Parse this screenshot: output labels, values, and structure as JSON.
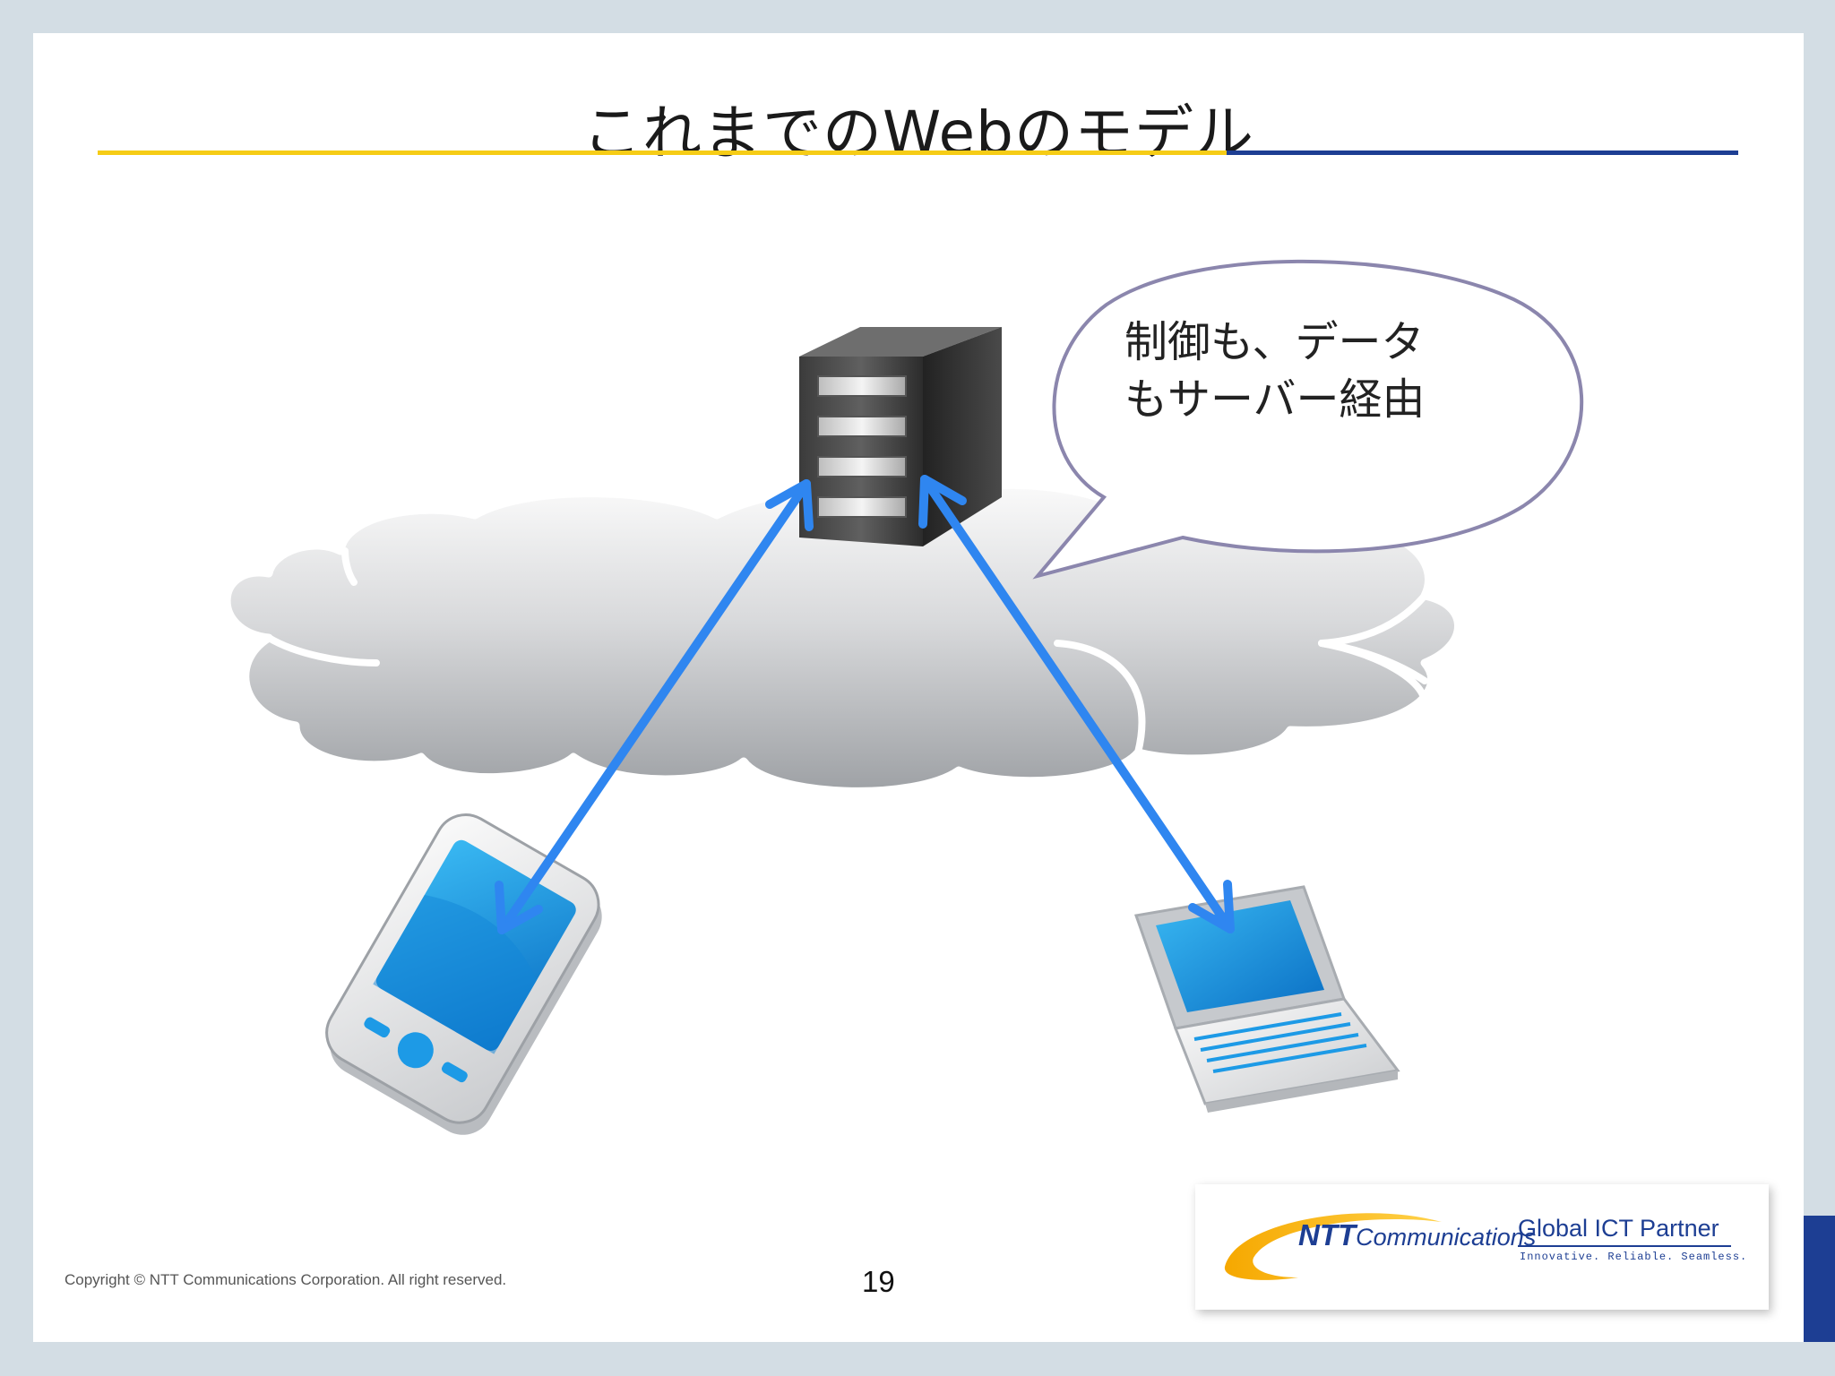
{
  "slide": {
    "title": "これまでのWebのモデル",
    "bubble_lines": [
      "制御も、データ",
      "もサーバー経由"
    ],
    "copyright": "Copyright © NTT Communications Corporation. All right reserved.",
    "page_number": "19"
  },
  "logo": {
    "ntt_bold": "NTT",
    "ntt_rest": "Communications",
    "tagline": "Global ICT Partner",
    "sub": "Innovative. Reliable. Seamless."
  },
  "colors": {
    "accent_yellow": "#f6cc16",
    "accent_blue": "#1d3e93",
    "arrow_blue": "#2f86f0",
    "bubble_stroke": "#8b86ad"
  },
  "icons": [
    "cloud-icon",
    "server-icon",
    "smartphone-icon",
    "laptop-icon",
    "speech-bubble-icon"
  ]
}
